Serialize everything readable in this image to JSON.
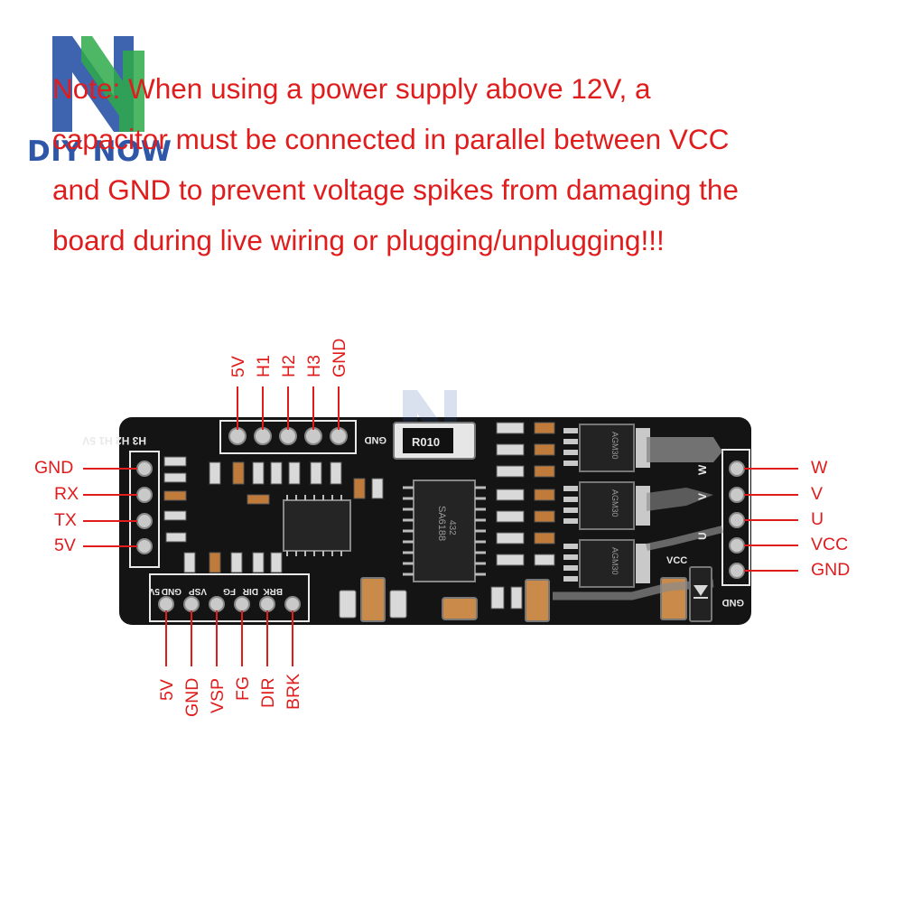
{
  "brand": {
    "name": "DIY NOW",
    "logo_colors": {
      "blue": "#2f57a8",
      "green": "#2eaa4a"
    }
  },
  "note": {
    "lines": [
      "Note: When using a power supply above 12V, a",
      "capacitor must be connected in parallel between VCC",
      "and GND to prevent voltage spikes from damaging the",
      "board during live wiring or plugging/unplugging!!!"
    ],
    "color": "#e01c1c"
  },
  "pins": {
    "top": [
      "5V",
      "H1",
      "H2",
      "H3",
      "GND"
    ],
    "left": [
      "GND",
      "RX",
      "TX",
      "5V"
    ],
    "bottom": [
      "5V",
      "GND",
      "VSP",
      "FG",
      "DIR",
      "BRK"
    ],
    "right": [
      "W",
      "V",
      "U",
      "VCC",
      "GND"
    ]
  },
  "board_silkscreen": {
    "top_header": "H3 H2 H1 5V",
    "top_gnd": "GND",
    "bottom_header": [
      "5V",
      "GND",
      "VSP",
      "FG",
      "DIR",
      "BRK"
    ],
    "right_phases": [
      "W",
      "V",
      "U"
    ],
    "vcc": "VCC",
    "right_gnd": "GND",
    "shunt": "R010",
    "chip_text": [
      "SA6188",
      "432"
    ],
    "mosfet_text": "AGM30"
  },
  "colors": {
    "pcb": "#141414",
    "silk": "#e8e8e8",
    "wire": "#e01c1c",
    "pad": "#c9c9c9"
  }
}
